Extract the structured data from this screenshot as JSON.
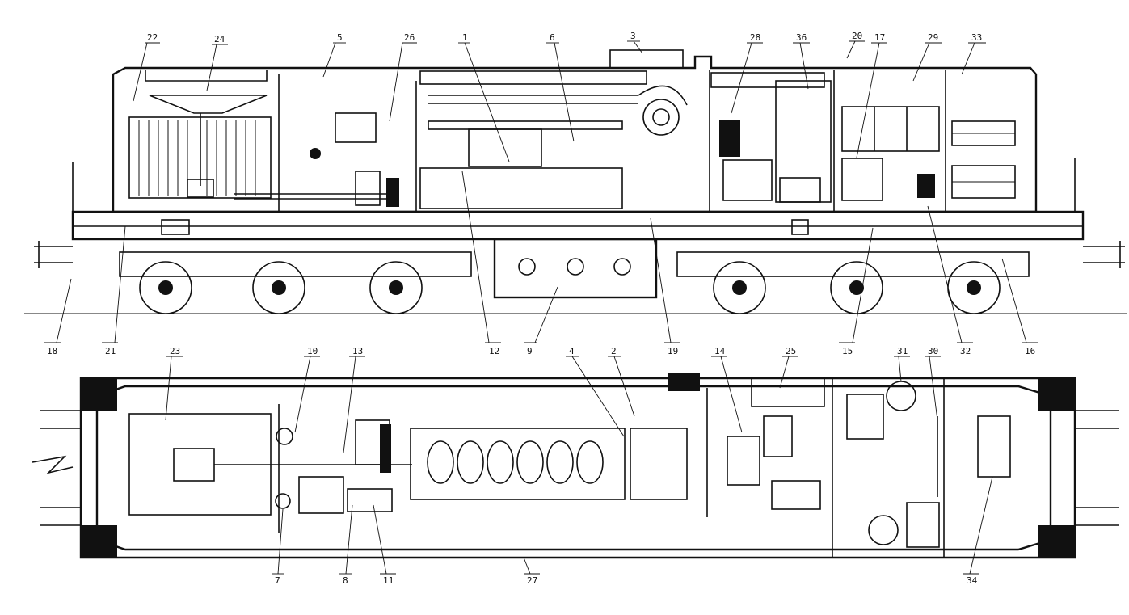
{
  "callouts": {
    "side": [
      "22",
      "24",
      "5",
      "26",
      "1",
      "6",
      "3",
      "28",
      "36",
      "20",
      "17",
      "29",
      "33",
      "18",
      "21",
      "12",
      "9",
      "19",
      "15",
      "32",
      "16"
    ],
    "plan": [
      "23",
      "10",
      "13",
      "4",
      "2",
      "14",
      "25",
      "31",
      "30",
      "7",
      "8",
      "11",
      "27",
      "34"
    ]
  },
  "colors": {
    "ink": "#111111",
    "paper": "#ffffff"
  }
}
